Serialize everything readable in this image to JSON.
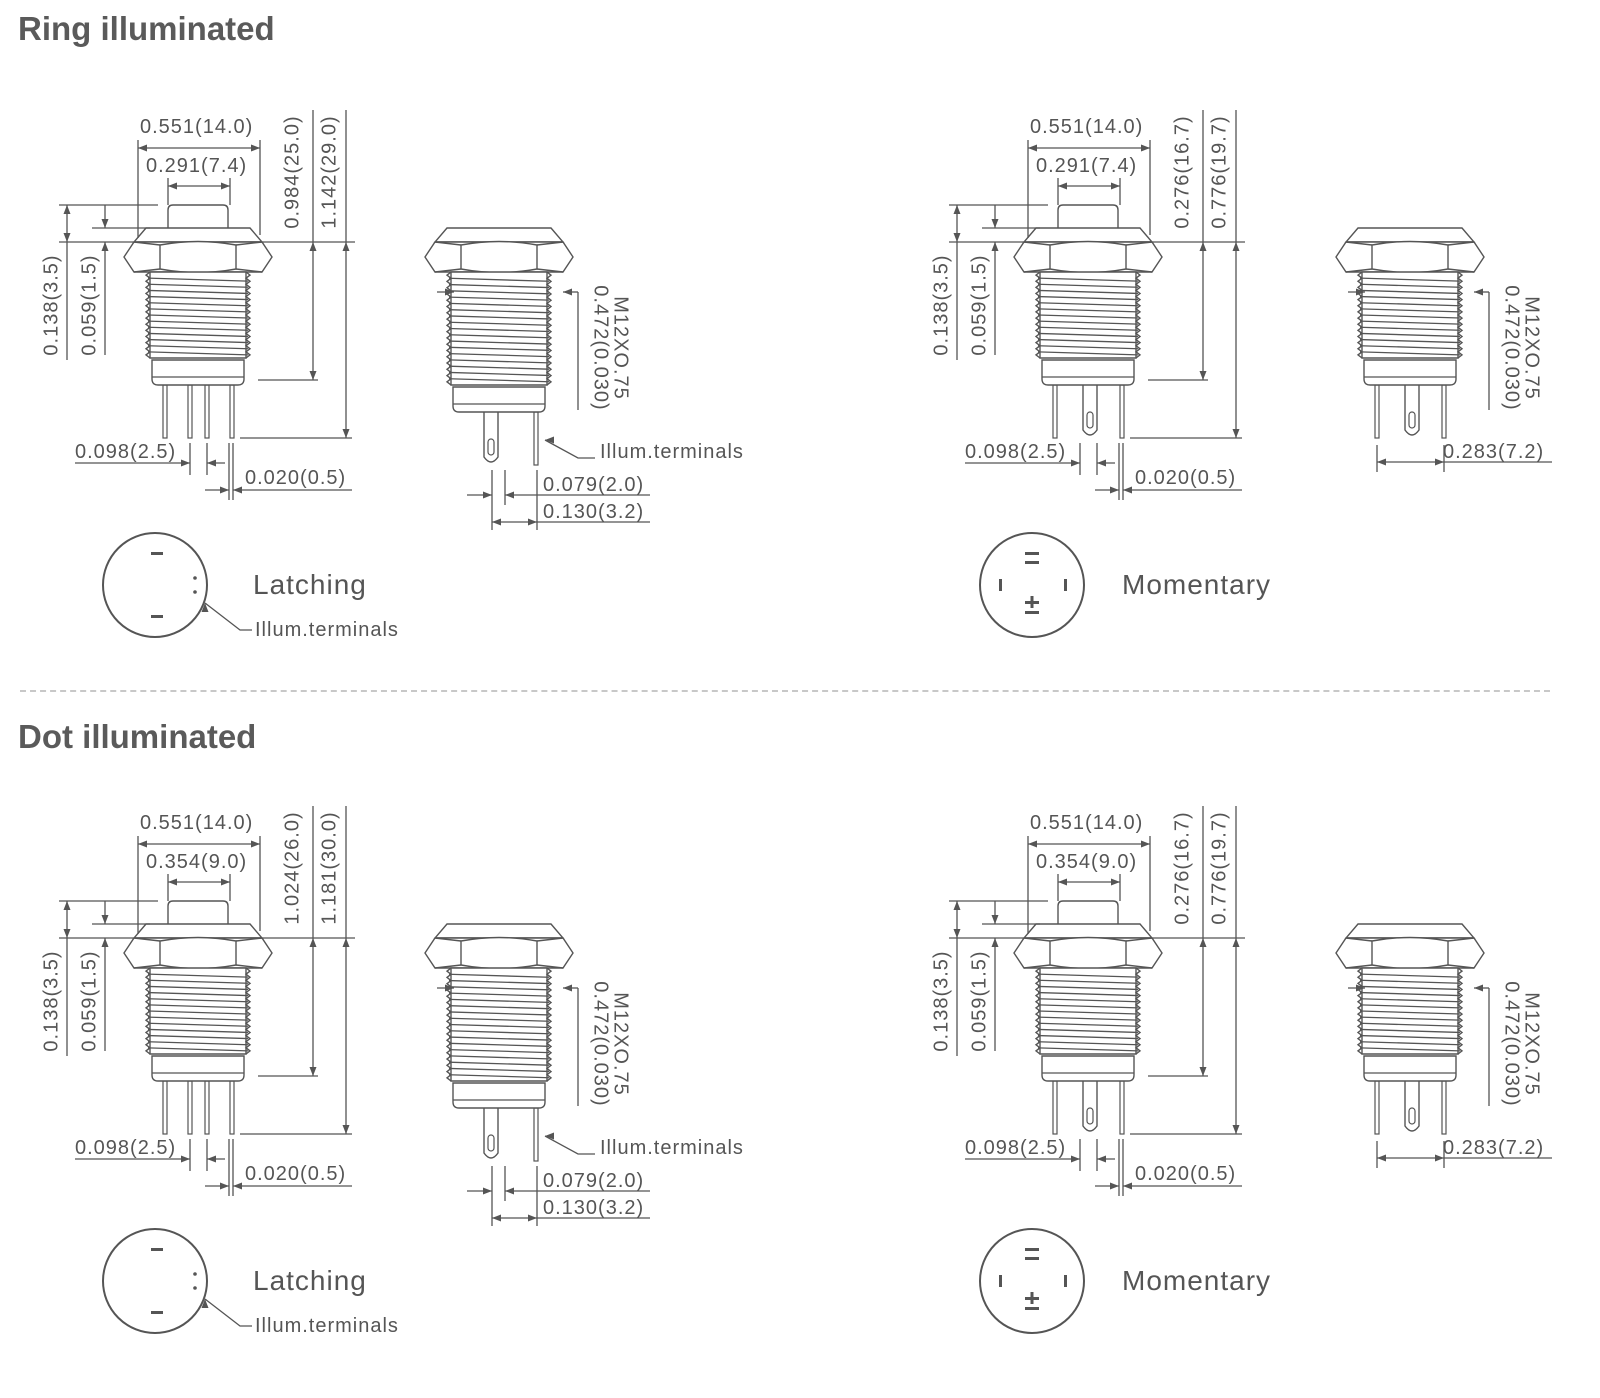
{
  "sections": [
    {
      "title": "Ring illuminated",
      "latching": {
        "bezel_dia": "0.551(14.0)",
        "cap_dia": "0.291(7.4)",
        "height_a": "0.984(25.0)",
        "height_b": "1.142(29.0)",
        "cap_height": "0.138(3.5)",
        "travel": "0.059(1.5)",
        "pin_pitch": "0.098(2.5)",
        "pin_width": "0.020(0.5)",
        "thread": "M12XO.75",
        "thread_dia": "0.472(0.030)",
        "illum_label": "Illum.terminals",
        "term_width": "0.079(2.0)",
        "term_span": "0.130(3.2)",
        "symbol_label": "Latching",
        "symbol_illum": "Illum.terminals"
      },
      "momentary": {
        "bezel_dia": "0.551(14.0)",
        "cap_dia": "0.291(7.4)",
        "height_a": "0.276(16.7)",
        "height_b": "0.776(19.7)",
        "cap_height": "0.138(3.5)",
        "travel": "0.059(1.5)",
        "pin_pitch": "0.098(2.5)",
        "pin_width": "0.020(0.5)",
        "thread": "M12XO.75",
        "thread_dia": "0.472(0.030)",
        "pin_span": "0.283(7.2)",
        "symbol_label": "Momentary"
      }
    },
    {
      "title": "Dot illuminated",
      "latching": {
        "bezel_dia": "0.551(14.0)",
        "cap_dia": "0.354(9.0)",
        "height_a": "1.024(26.0)",
        "height_b": "1.181(30.0)",
        "cap_height": "0.138(3.5)",
        "travel": "0.059(1.5)",
        "pin_pitch": "0.098(2.5)",
        "pin_width": "0.020(0.5)",
        "thread": "M12XO.75",
        "thread_dia": "0.472(0.030)",
        "illum_label": "Illum.terminals",
        "term_width": "0.079(2.0)",
        "term_span": "0.130(3.2)",
        "symbol_label": "Latching",
        "symbol_illum": "Illum.terminals"
      },
      "momentary": {
        "bezel_dia": "0.551(14.0)",
        "cap_dia": "0.354(9.0)",
        "height_a": "0.276(16.7)",
        "height_b": "0.776(19.7)",
        "cap_height": "0.138(3.5)",
        "travel": "0.059(1.5)",
        "pin_pitch": "0.098(2.5)",
        "pin_width": "0.020(0.5)",
        "thread": "M12XO.75",
        "thread_dia": "0.472(0.030)",
        "pin_span": "0.283(7.2)",
        "symbol_label": "Momentary"
      }
    }
  ],
  "colors": {
    "line": "#555555",
    "divider": "#c8c8c8"
  }
}
